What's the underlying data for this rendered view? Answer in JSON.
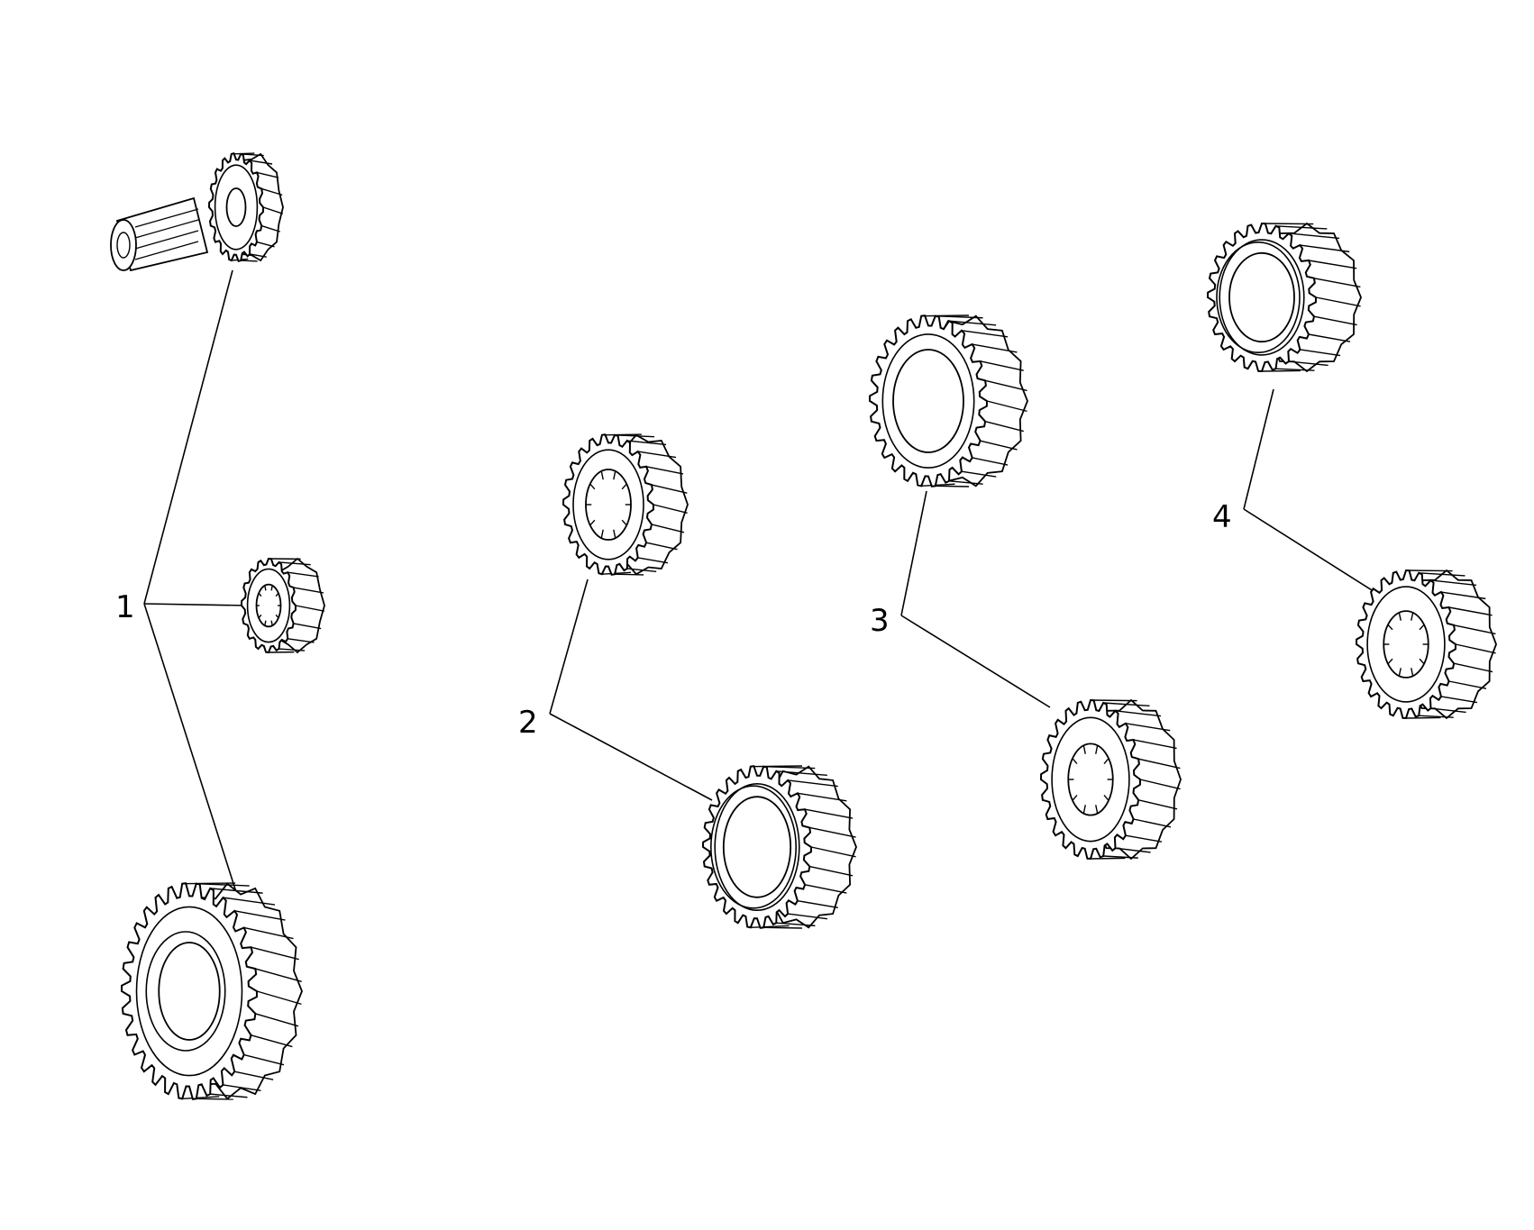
{
  "diagram": {
    "background": "#ffffff",
    "ink": "#000000",
    "groups": [
      {
        "label": "1",
        "parts": [
          "shaft-gear-icon",
          "small-gear-icon",
          "large-gear-icon"
        ]
      },
      {
        "label": "2",
        "parts": [
          "splined-gear-icon",
          "ring-gear-icon"
        ]
      },
      {
        "label": "3",
        "parts": [
          "double-gear-icon",
          "splined-gear-icon"
        ]
      },
      {
        "label": "4",
        "parts": [
          "ring-gear-icon",
          "splined-gear-icon"
        ]
      }
    ]
  }
}
